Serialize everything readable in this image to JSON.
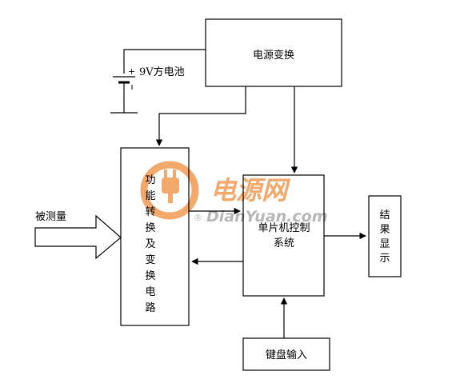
{
  "blocks": {
    "power_conversion": "电源变换",
    "battery": "9V方电池",
    "function_conversion": [
      "功",
      "能",
      "转",
      "换",
      "及",
      "变",
      "换",
      "电",
      "路"
    ],
    "mcu_control": [
      "单片机控制",
      "系统"
    ],
    "result_display": [
      "结",
      "果",
      "显",
      "示"
    ],
    "keyboard_input": "键盘输入",
    "measured_input": "被测量"
  },
  "watermark": {
    "cn": "电源网",
    "en": "DianYuan.com",
    "registered": "®"
  },
  "colors": {
    "line": "#000000",
    "watermark_orange": "#f08c3c",
    "watermark_gray": "#a0a0a0"
  }
}
